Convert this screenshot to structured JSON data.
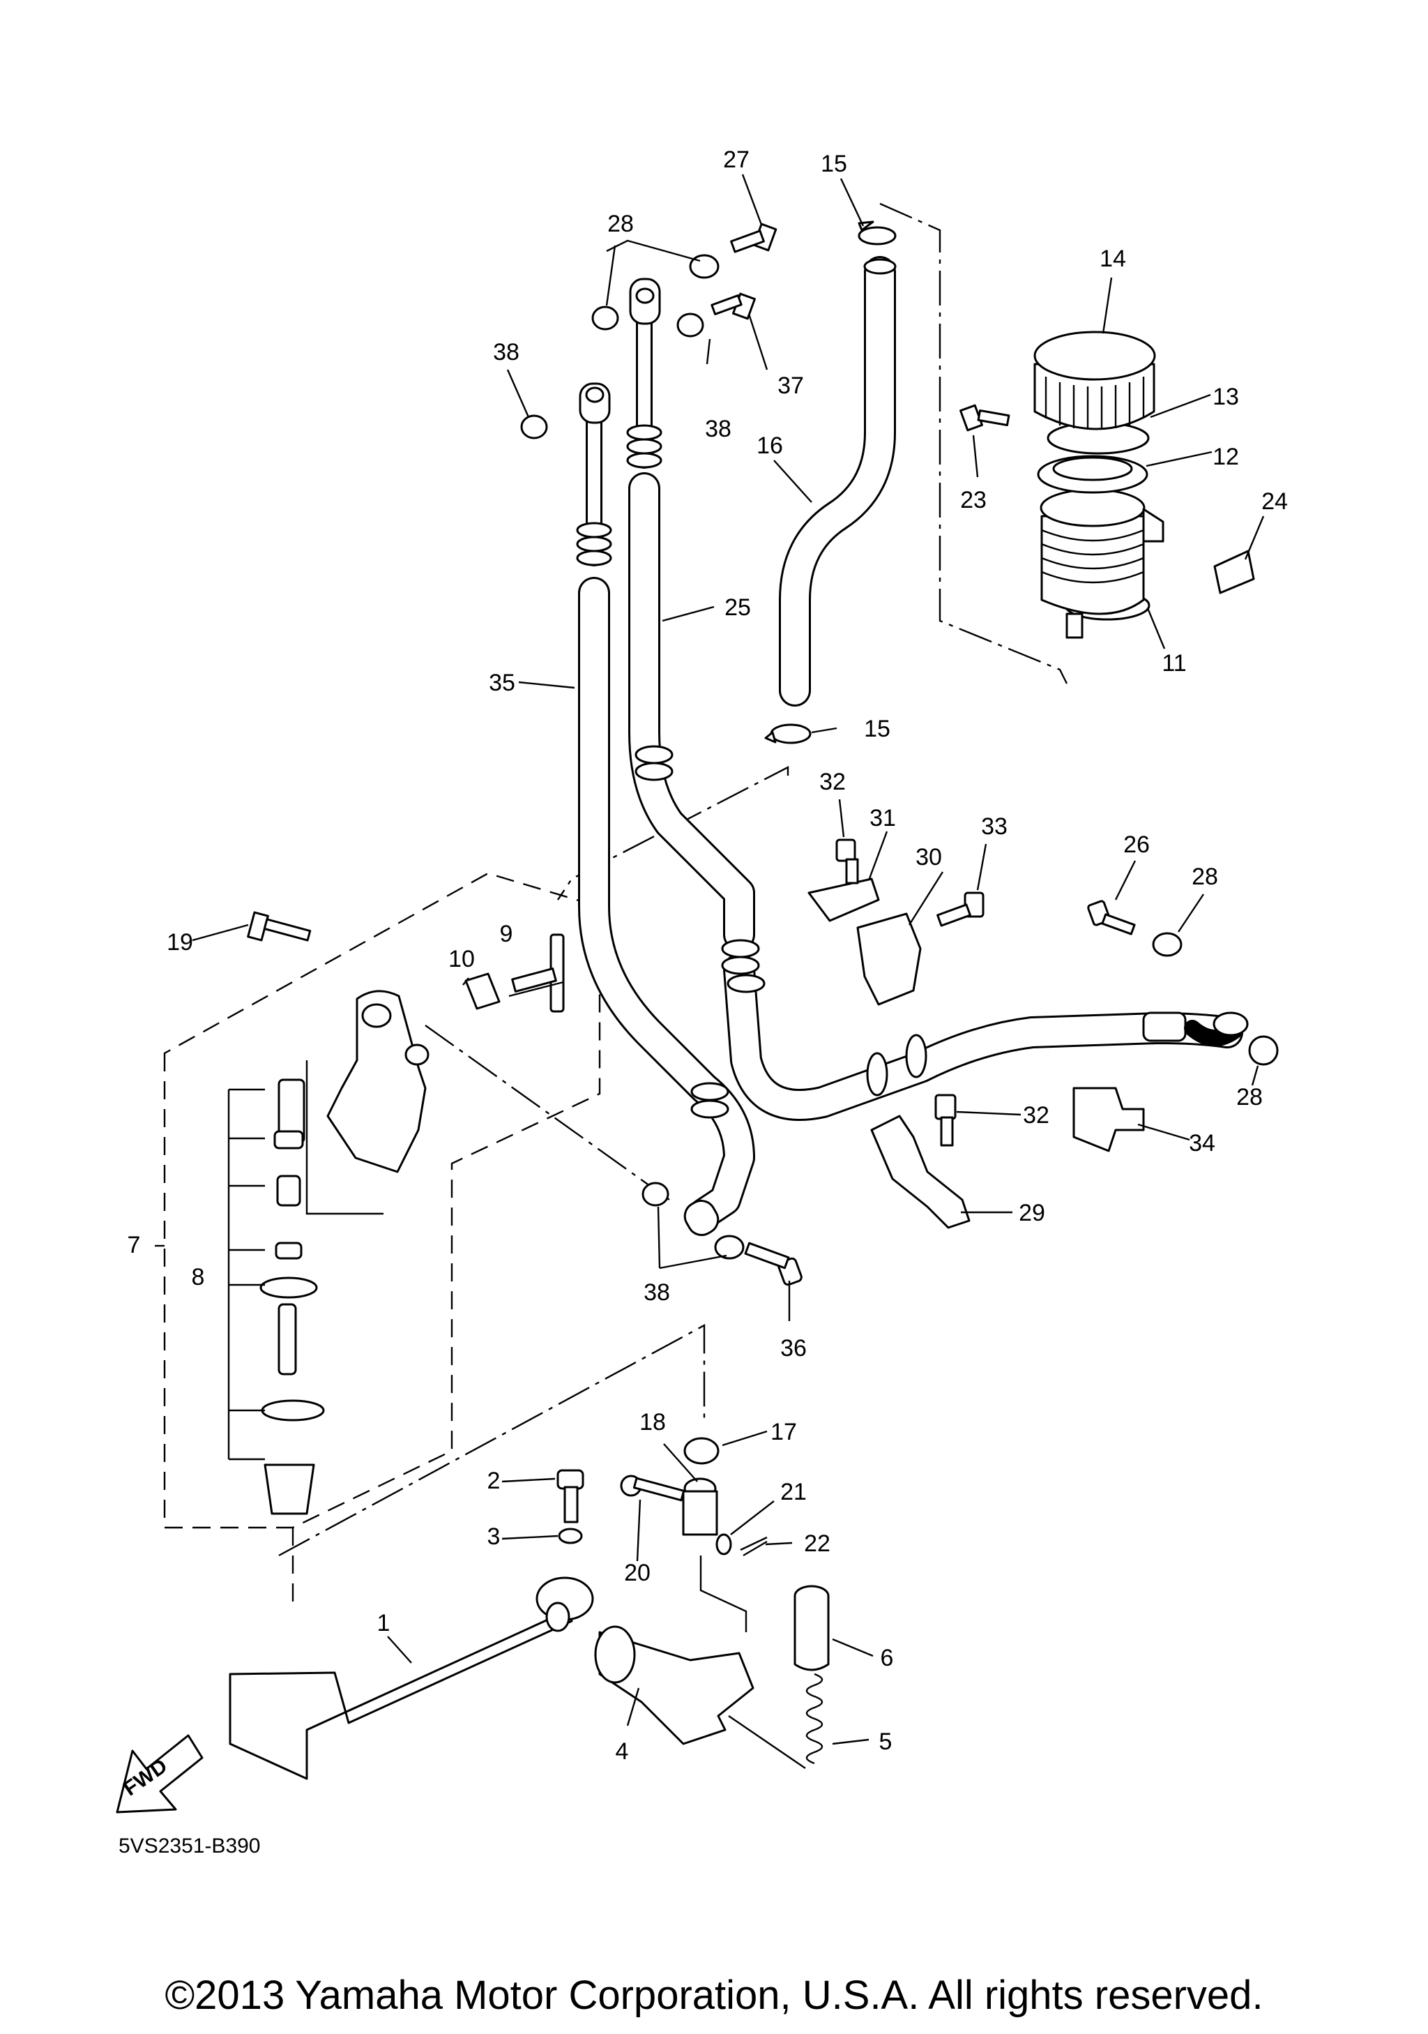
{
  "diagram_code": "5VS2351-B390",
  "copyright": "©2013 Yamaha Motor Corporation, U.S.A. All rights reserved.",
  "fwd_label": "FWD",
  "callouts": {
    "c1": "1",
    "c2": "2",
    "c3": "3",
    "c4": "4",
    "c5": "5",
    "c6": "6",
    "c7": "7",
    "c8": "8",
    "c9": "9",
    "c10": "10",
    "c11": "11",
    "c12": "12",
    "c13": "13",
    "c14": "14",
    "c15a": "15",
    "c15b": "15",
    "c16": "16",
    "c17": "17",
    "c18": "18",
    "c19": "19",
    "c20": "20",
    "c21": "21",
    "c22": "22",
    "c23": "23",
    "c24": "24",
    "c25": "25",
    "c26": "26",
    "c27": "27",
    "c28a": "28",
    "c28b": "28",
    "c28c": "28",
    "c29": "29",
    "c30": "30",
    "c31": "31",
    "c32a": "32",
    "c32b": "32",
    "c33": "33",
    "c34": "34",
    "c35": "35",
    "c36": "36",
    "c37": "37",
    "c38a": "38",
    "c38b": "38",
    "c38c": "38"
  }
}
